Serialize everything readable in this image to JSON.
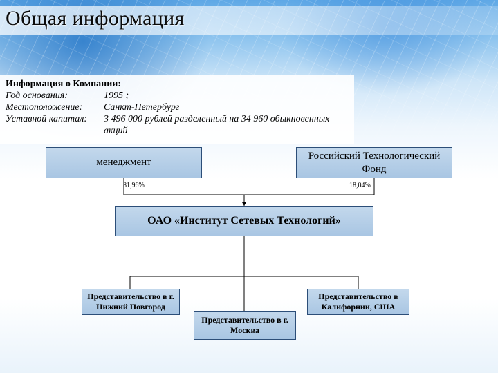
{
  "slide": {
    "title": "Общая информация"
  },
  "company_info": {
    "heading": "Информация о Компании:",
    "rows": [
      {
        "label": "Год основания:",
        "value": "1995 ;"
      },
      {
        "label": "Местоположение:",
        "value": "Санкт-Петербург"
      },
      {
        "label": "Уставной капитал:",
        "value": "3 496 000 рублей разделенный на 34 960 обыкновенных акций"
      }
    ]
  },
  "org_chart": {
    "shareholders": [
      {
        "name": "менеджмент",
        "share": "81,96%"
      },
      {
        "name": "Российский Технологический Фонд",
        "share": "18,04%"
      }
    ],
    "company": "ОАО «Институт Сетевых Технологий»",
    "branches": [
      {
        "name": "Представительство в г. Нижний Новгород"
      },
      {
        "name": "Представительство в г. Москва"
      },
      {
        "name": "Представительство в Калифорнии, США"
      }
    ]
  },
  "colors": {
    "box_fill": "#b6cfe8",
    "box_border": "#2c4e78",
    "background_accent": "#5fa8e6"
  }
}
